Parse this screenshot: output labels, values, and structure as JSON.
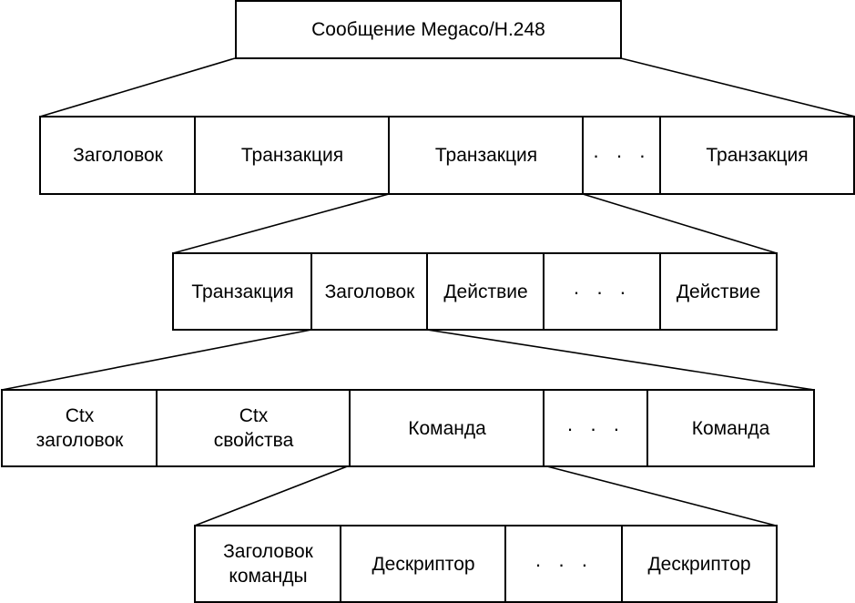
{
  "root": {
    "label": "Сообщение Megaco/H.248"
  },
  "message": {
    "cells": [
      "Заголовок",
      "Транзакция",
      "Транзакция",
      "· · ·",
      "Транзакция"
    ]
  },
  "transaction": {
    "cells": [
      "Транзакция",
      "Заголовок",
      "Действие",
      "· · ·",
      "Действие"
    ]
  },
  "action": {
    "cells": [
      "Ctx\nзаголовок",
      "Ctx\nсвойства",
      "Команда",
      "· · ·",
      "Команда"
    ]
  },
  "command": {
    "cells": [
      "Заголовок\nкоманды",
      "Дескриптор",
      "· · ·",
      "Дескриптор"
    ]
  }
}
